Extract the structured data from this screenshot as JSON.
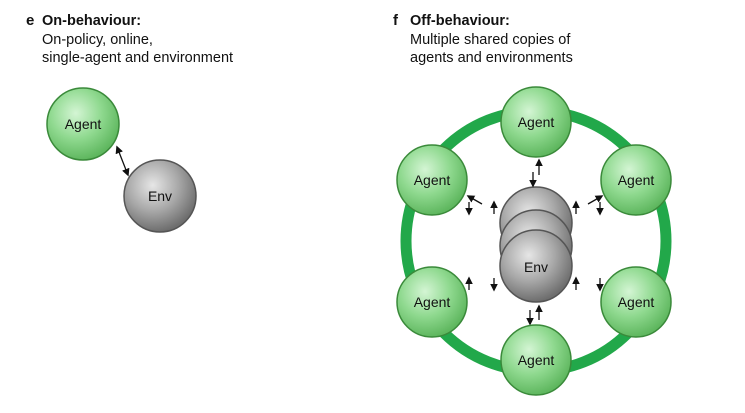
{
  "panel_e": {
    "letter": "e",
    "title": "On-behaviour:",
    "desc_line1": "On-policy, online,",
    "desc_line2": "single-agent and environment",
    "agent_label": "Agent",
    "env_label": "Env"
  },
  "panel_f": {
    "letter": "f",
    "title": "Off-behaviour:",
    "desc_line1": "Multiple shared copies of",
    "desc_line2": "agents and environments",
    "agent_labels": [
      "Agent",
      "Agent",
      "Agent",
      "Agent",
      "Agent",
      "Agent"
    ],
    "env_label": "Env"
  },
  "colors": {
    "agent_fill": "#8fd98f",
    "agent_stroke": "#3a8a3a",
    "ring": "#22a84a",
    "env_fill": "#a0a0a0",
    "env_stroke": "#555555"
  }
}
